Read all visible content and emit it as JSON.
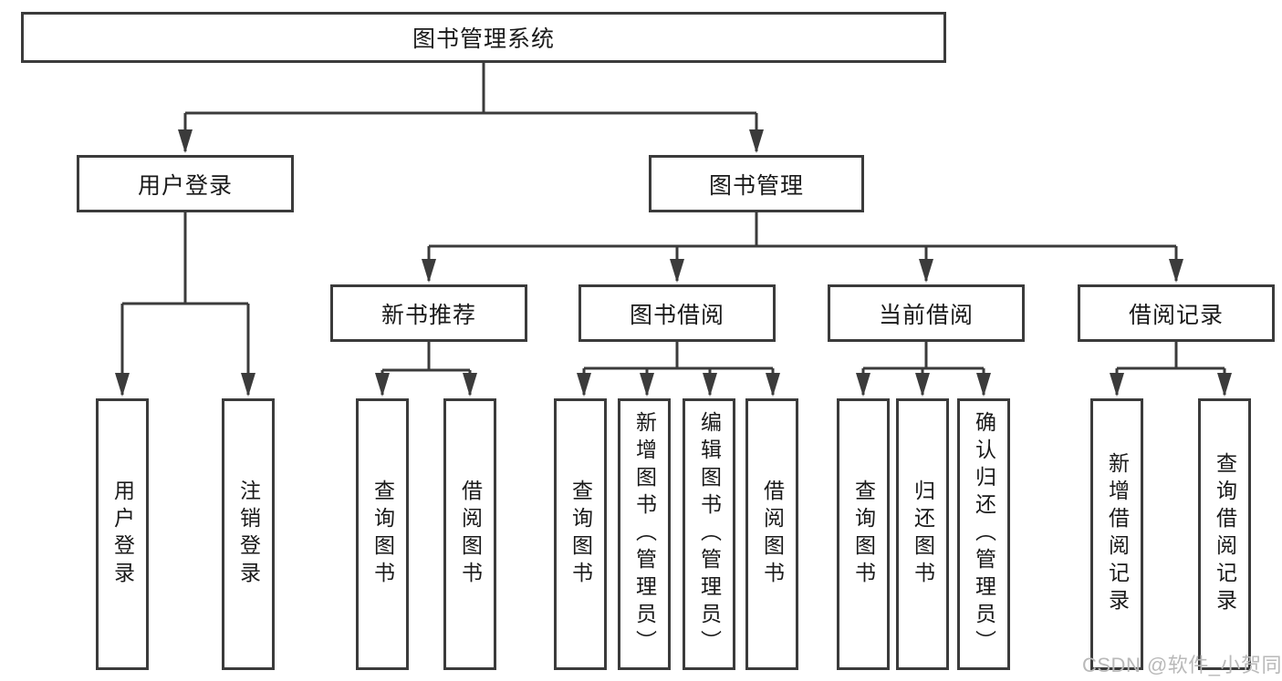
{
  "diagram": {
    "root": {
      "label": "图书管理系统"
    },
    "level1": {
      "user_login": {
        "label": "用户登录"
      },
      "book_management": {
        "label": "图书管理"
      }
    },
    "level2": {
      "new_book_recommend": {
        "label": "新书推荐"
      },
      "book_borrow": {
        "label": "图书借阅"
      },
      "current_borrow": {
        "label": "当前借阅"
      },
      "borrow_records": {
        "label": "借阅记录"
      }
    },
    "leaves": {
      "user_login": [
        "用户登录",
        "注销登录"
      ],
      "new_book_recommend": [
        "查询图书",
        "借阅图书"
      ],
      "book_borrow": [
        "查询图书",
        "新增图书（管理员）",
        "编辑图书（管理员）",
        "借阅图书"
      ],
      "current_borrow": [
        "查询图书",
        "归还图书",
        "确认归还（管理员）"
      ],
      "borrow_records": [
        "新增借阅记录",
        "查询借阅记录"
      ]
    }
  },
  "watermark": {
    "text": "CSDN @软件_小贺同学"
  },
  "colors": {
    "line": "#3b3b3b",
    "text": "#1a1a1a",
    "watermark": "#b9b9b9",
    "background": "#ffffff"
  }
}
